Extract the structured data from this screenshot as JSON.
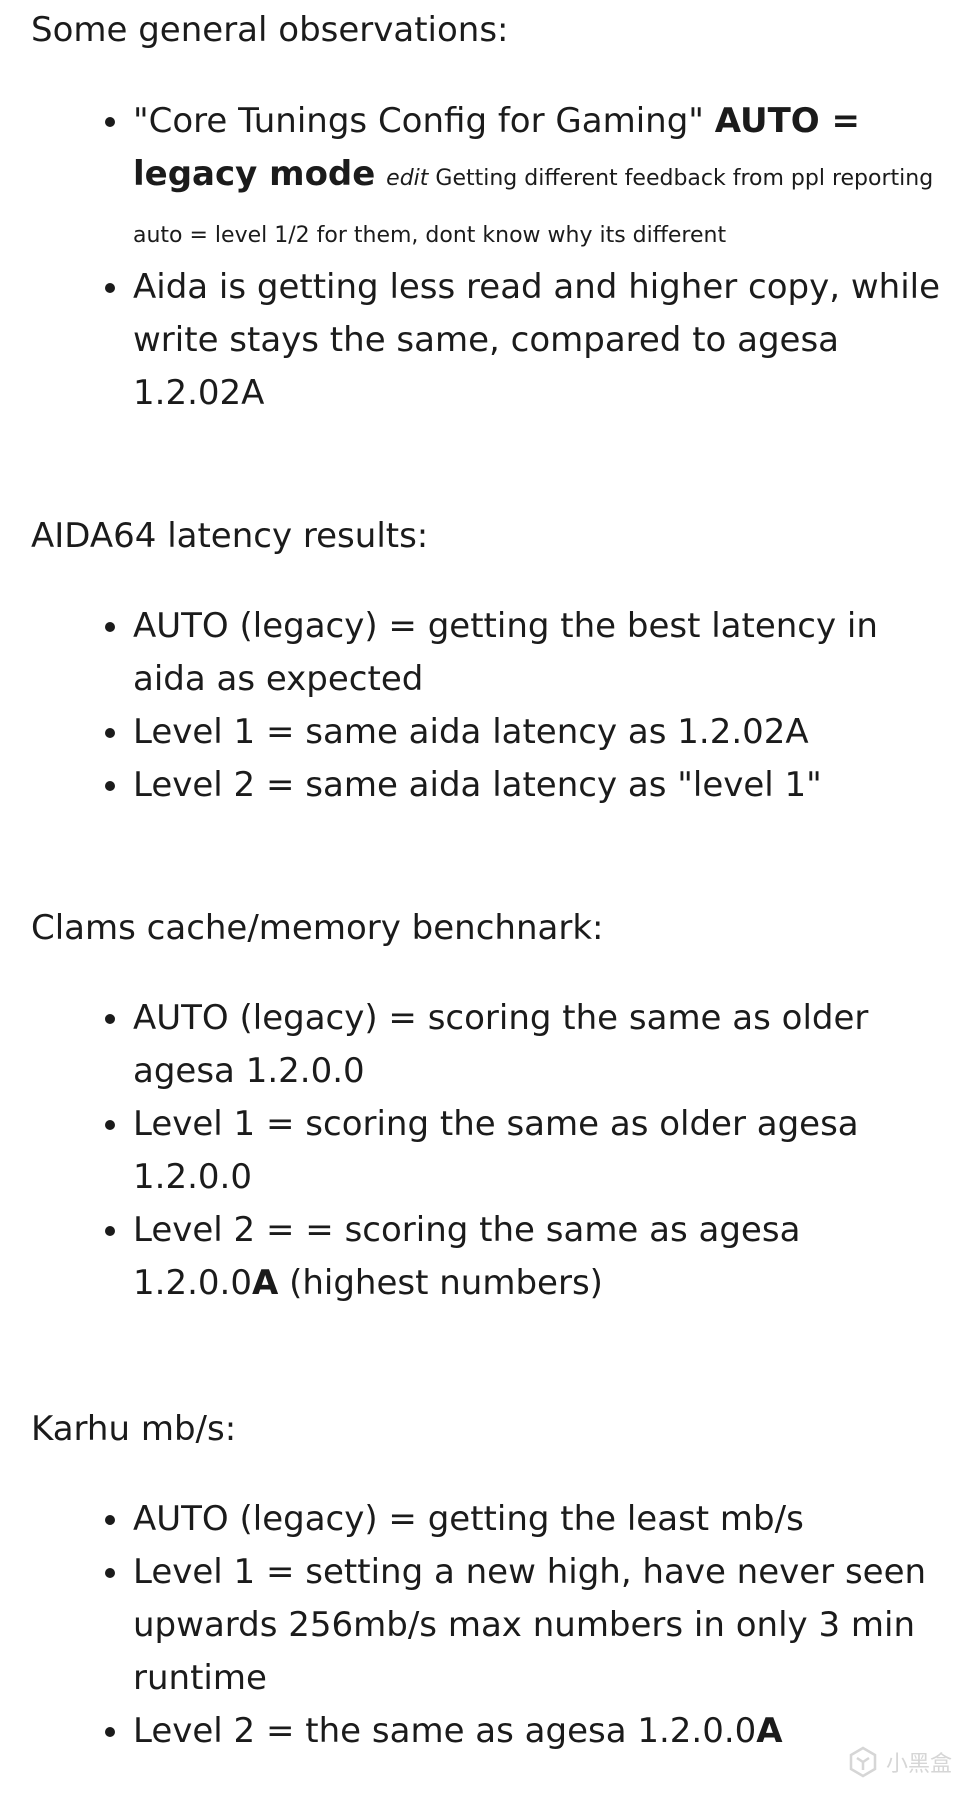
{
  "sections": [
    {
      "heading": "Some general observations:",
      "items": [
        {
          "p1": "\"Core Tunings Config for Gaming\" ",
          "b1": "AUTO =",
          "b2": "legacy mode",
          "edit_tag": "edit",
          "edit_text": " Getting different feedback from ppl reporting",
          "edit_text2": "auto = level 1/2 for them, dont know why its different"
        },
        {
          "text": "Aida is getting less read and higher copy, while write stays the same, compared to agesa 1.2.02A"
        }
      ]
    },
    {
      "heading": "AIDA64 latency results:",
      "items": [
        {
          "text": "AUTO (legacy) = getting the best latency in aida as expected"
        },
        {
          "text": "Level 1 = same aida latency as 1.2.02A"
        },
        {
          "text": "Level 2 = same aida latency as \"level 1\""
        }
      ]
    },
    {
      "heading": "Clams cache/memory benchnark:",
      "items": [
        {
          "text": "AUTO (legacy) = scoring the same as older agesa 1.2.0.0"
        },
        {
          "text": "Level 1 = scoring the same as older agesa 1.2.0.0"
        },
        {
          "text": "Level 2 = = scoring the same as agesa 1.2.0.0",
          "bold_suffix": "A",
          "text2": " (highest numbers)"
        }
      ]
    },
    {
      "heading": "Karhu mb/s:",
      "items": [
        {
          "text": "AUTO (legacy) = getting the least mb/s"
        },
        {
          "text": "Level 1 = setting a new high, have never seen upwards 256mb/s max numbers in only 3 min runtime"
        },
        {
          "text": "Level 2 = the same as agesa 1.2.0.0",
          "bold_suffix": "A"
        }
      ]
    }
  ],
  "watermark": {
    "icon": "heybox-logo-icon",
    "text": "小黑盒"
  }
}
